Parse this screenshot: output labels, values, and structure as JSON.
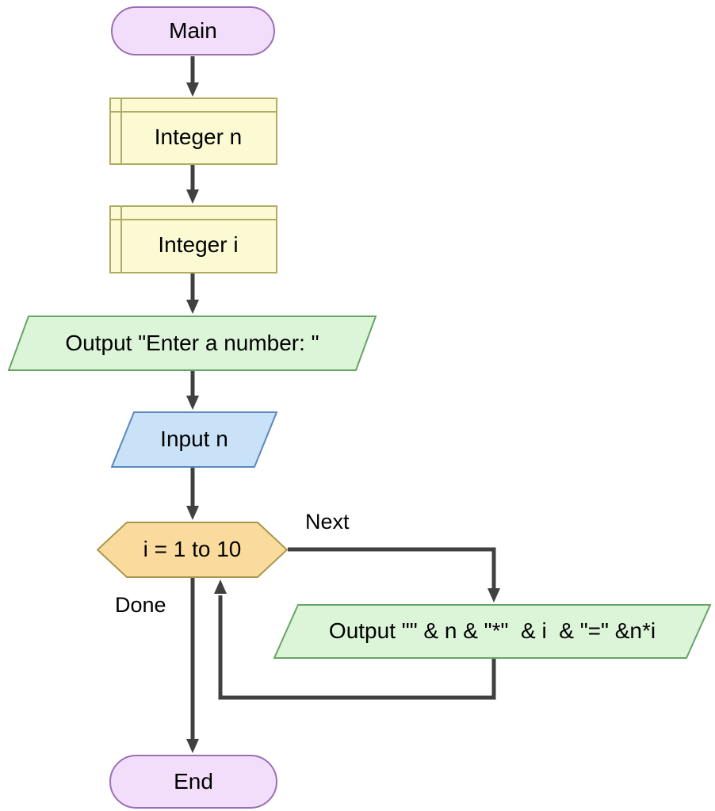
{
  "diagram": {
    "type": "flowchart",
    "nodes": {
      "main": {
        "label": "Main",
        "shape": "terminal"
      },
      "declare_n": {
        "label": "Integer n",
        "shape": "declare"
      },
      "declare_i": {
        "label": "Integer i",
        "shape": "declare"
      },
      "output_prompt": {
        "label": "Output \"Enter a number: \"",
        "shape": "output-parallelogram"
      },
      "input_n": {
        "label": "Input n",
        "shape": "input-parallelogram"
      },
      "for_loop": {
        "label": "i = 1 to 10",
        "shape": "loop-hexagon"
      },
      "output_product": {
        "label": "Output \"\" & n & \"*\"  & i  & \"=\" &n*i",
        "shape": "output-parallelogram"
      },
      "end": {
        "label": "End",
        "shape": "terminal"
      }
    },
    "edge_labels": {
      "next": "Next",
      "done": "Done"
    },
    "colors": {
      "terminal_fill": "#F2DEFA",
      "terminal_border": "#9B6FB5",
      "declare_fill": "#FCFAD2",
      "declare_border": "#B2AB64",
      "output_fill": "#DCF5D8",
      "output_border": "#68A366",
      "input_fill": "#C9E2F7",
      "input_border": "#5A88BE",
      "loop_fill": "#FADB9D",
      "loop_border": "#A89749",
      "connector": "#404040",
      "text": "#000000"
    }
  }
}
